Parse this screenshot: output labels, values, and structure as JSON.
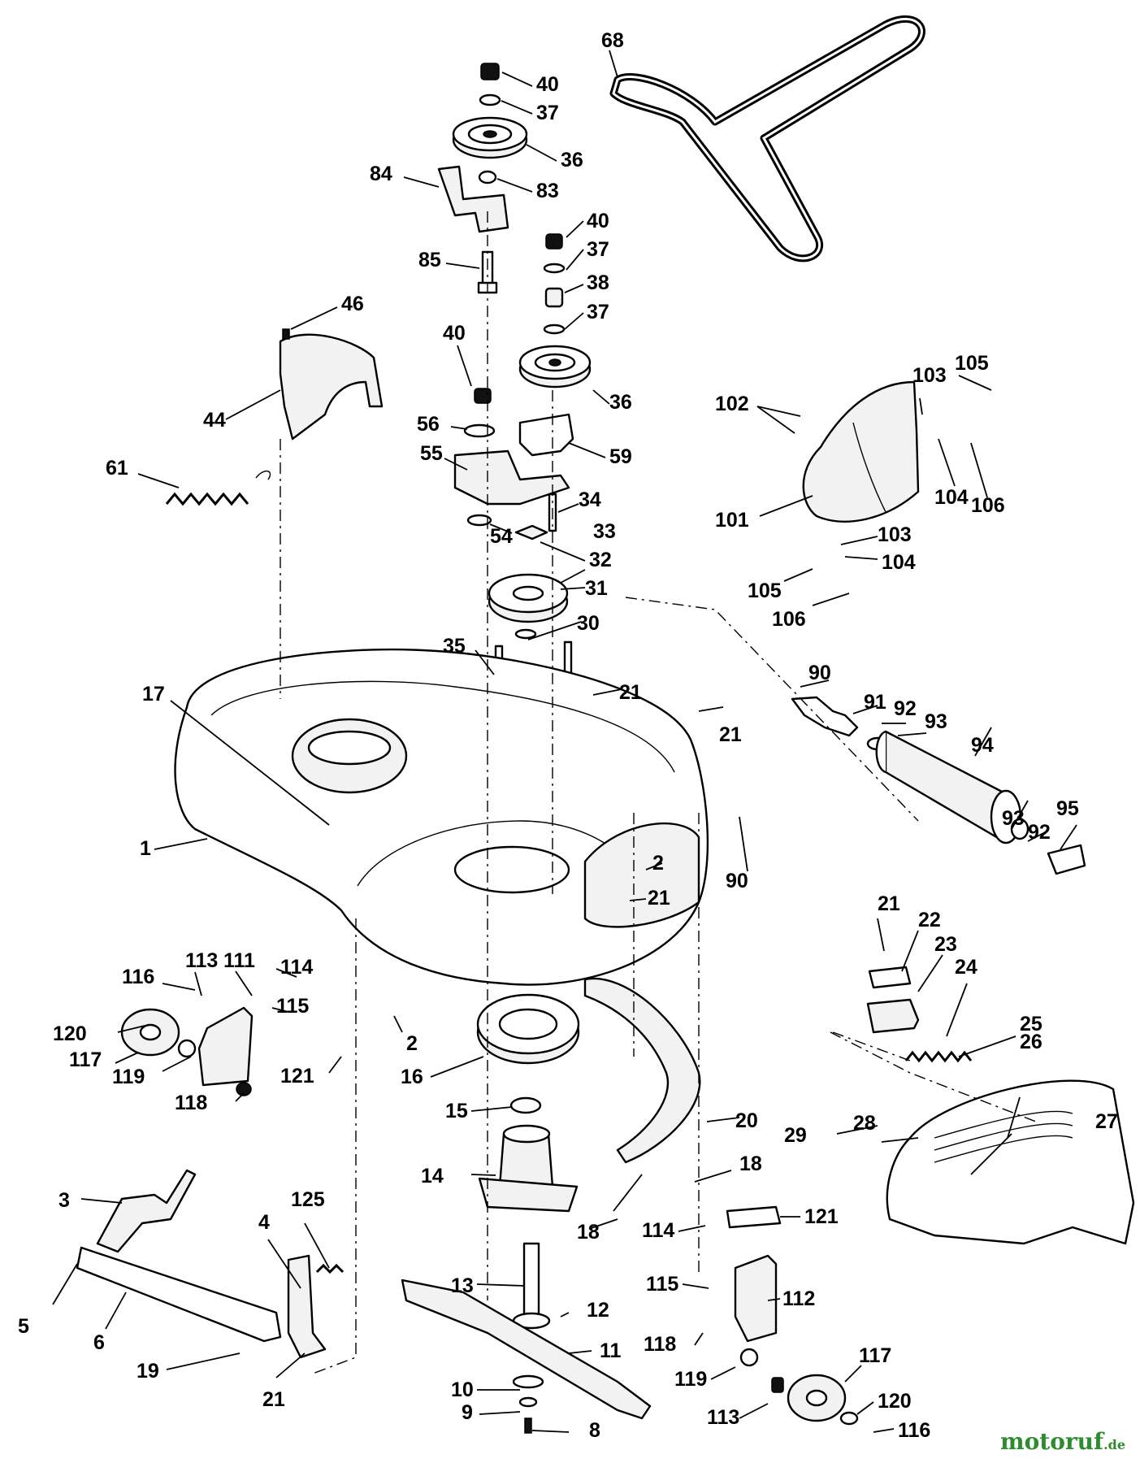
{
  "watermark": {
    "main": "motoruf",
    "tld": ".de"
  },
  "callouts": [
    {
      "id": "c68",
      "text": "68"
    },
    {
      "id": "c40a",
      "text": "40"
    },
    {
      "id": "c37a",
      "text": "37"
    },
    {
      "id": "c36a",
      "text": "36"
    },
    {
      "id": "c84",
      "text": "84"
    },
    {
      "id": "c83",
      "text": "83"
    },
    {
      "id": "c40b",
      "text": "40"
    },
    {
      "id": "c37b",
      "text": "37"
    },
    {
      "id": "c85",
      "text": "85"
    },
    {
      "id": "c38",
      "text": "38"
    },
    {
      "id": "c37c",
      "text": "37"
    },
    {
      "id": "c46",
      "text": "46"
    },
    {
      "id": "c40c",
      "text": "40"
    },
    {
      "id": "c36b",
      "text": "36"
    },
    {
      "id": "c44",
      "text": "44"
    },
    {
      "id": "c56",
      "text": "56"
    },
    {
      "id": "c59",
      "text": "59"
    },
    {
      "id": "c55",
      "text": "55"
    },
    {
      "id": "c61",
      "text": "61"
    },
    {
      "id": "c34",
      "text": "34"
    },
    {
      "id": "c54",
      "text": "54"
    },
    {
      "id": "c33",
      "text": "33"
    },
    {
      "id": "c32",
      "text": "32"
    },
    {
      "id": "c31",
      "text": "31"
    },
    {
      "id": "c30",
      "text": "30"
    },
    {
      "id": "c35",
      "text": "35"
    },
    {
      "id": "c17",
      "text": "17"
    },
    {
      "id": "c21a",
      "text": "21"
    },
    {
      "id": "c21b",
      "text": "21"
    },
    {
      "id": "c1",
      "text": "1"
    },
    {
      "id": "c2a",
      "text": "2"
    },
    {
      "id": "c21c",
      "text": "21"
    },
    {
      "id": "c90a",
      "text": "90"
    },
    {
      "id": "c91",
      "text": "91"
    },
    {
      "id": "c92a",
      "text": "92"
    },
    {
      "id": "c93a",
      "text": "93"
    },
    {
      "id": "c94",
      "text": "94"
    },
    {
      "id": "c93b",
      "text": "93"
    },
    {
      "id": "c92b",
      "text": "92"
    },
    {
      "id": "c95",
      "text": "95"
    },
    {
      "id": "c90b",
      "text": "90"
    },
    {
      "id": "c102",
      "text": "102"
    },
    {
      "id": "c103a",
      "text": "103"
    },
    {
      "id": "c105a",
      "text": "105"
    },
    {
      "id": "c104a",
      "text": "104"
    },
    {
      "id": "c106a",
      "text": "106"
    },
    {
      "id": "c101",
      "text": "101"
    },
    {
      "id": "c103b",
      "text": "103"
    },
    {
      "id": "c104b",
      "text": "104"
    },
    {
      "id": "c105b",
      "text": "105"
    },
    {
      "id": "c106b",
      "text": "106"
    },
    {
      "id": "c21d",
      "text": "21"
    },
    {
      "id": "c22",
      "text": "22"
    },
    {
      "id": "c23",
      "text": "23"
    },
    {
      "id": "c24",
      "text": "24"
    },
    {
      "id": "c25",
      "text": "25"
    },
    {
      "id": "c26",
      "text": "26"
    },
    {
      "id": "c27",
      "text": "27"
    },
    {
      "id": "c28",
      "text": "28"
    },
    {
      "id": "c29",
      "text": "29"
    },
    {
      "id": "c113a",
      "text": "113"
    },
    {
      "id": "c111",
      "text": "111"
    },
    {
      "id": "c114a",
      "text": "114"
    },
    {
      "id": "c116a",
      "text": "116"
    },
    {
      "id": "c115a",
      "text": "115"
    },
    {
      "id": "c120a",
      "text": "120"
    },
    {
      "id": "c117a",
      "text": "117"
    },
    {
      "id": "c119a",
      "text": "119"
    },
    {
      "id": "c121a",
      "text": "121"
    },
    {
      "id": "c118a",
      "text": "118"
    },
    {
      "id": "c2b",
      "text": "2"
    },
    {
      "id": "c16",
      "text": "16"
    },
    {
      "id": "c15",
      "text": "15"
    },
    {
      "id": "c20",
      "text": "20"
    },
    {
      "id": "c14",
      "text": "14"
    },
    {
      "id": "c18a",
      "text": "18"
    },
    {
      "id": "c18b",
      "text": "18"
    },
    {
      "id": "c3",
      "text": "3"
    },
    {
      "id": "c125",
      "text": "125"
    },
    {
      "id": "c4",
      "text": "4"
    },
    {
      "id": "c5",
      "text": "5"
    },
    {
      "id": "c6",
      "text": "6"
    },
    {
      "id": "c19",
      "text": "19"
    },
    {
      "id": "c21e",
      "text": "21"
    },
    {
      "id": "c13",
      "text": "13"
    },
    {
      "id": "c12",
      "text": "12"
    },
    {
      "id": "c11",
      "text": "11"
    },
    {
      "id": "c10",
      "text": "10"
    },
    {
      "id": "c9",
      "text": "9"
    },
    {
      "id": "c8",
      "text": "8"
    },
    {
      "id": "c114b",
      "text": "114"
    },
    {
      "id": "c121b",
      "text": "121"
    },
    {
      "id": "c115b",
      "text": "115"
    },
    {
      "id": "c112",
      "text": "112"
    },
    {
      "id": "c118b",
      "text": "118"
    },
    {
      "id": "c117b",
      "text": "117"
    },
    {
      "id": "c119b",
      "text": "119"
    },
    {
      "id": "c120b",
      "text": "120"
    },
    {
      "id": "c113b",
      "text": "113"
    },
    {
      "id": "c116b",
      "text": "116"
    }
  ]
}
